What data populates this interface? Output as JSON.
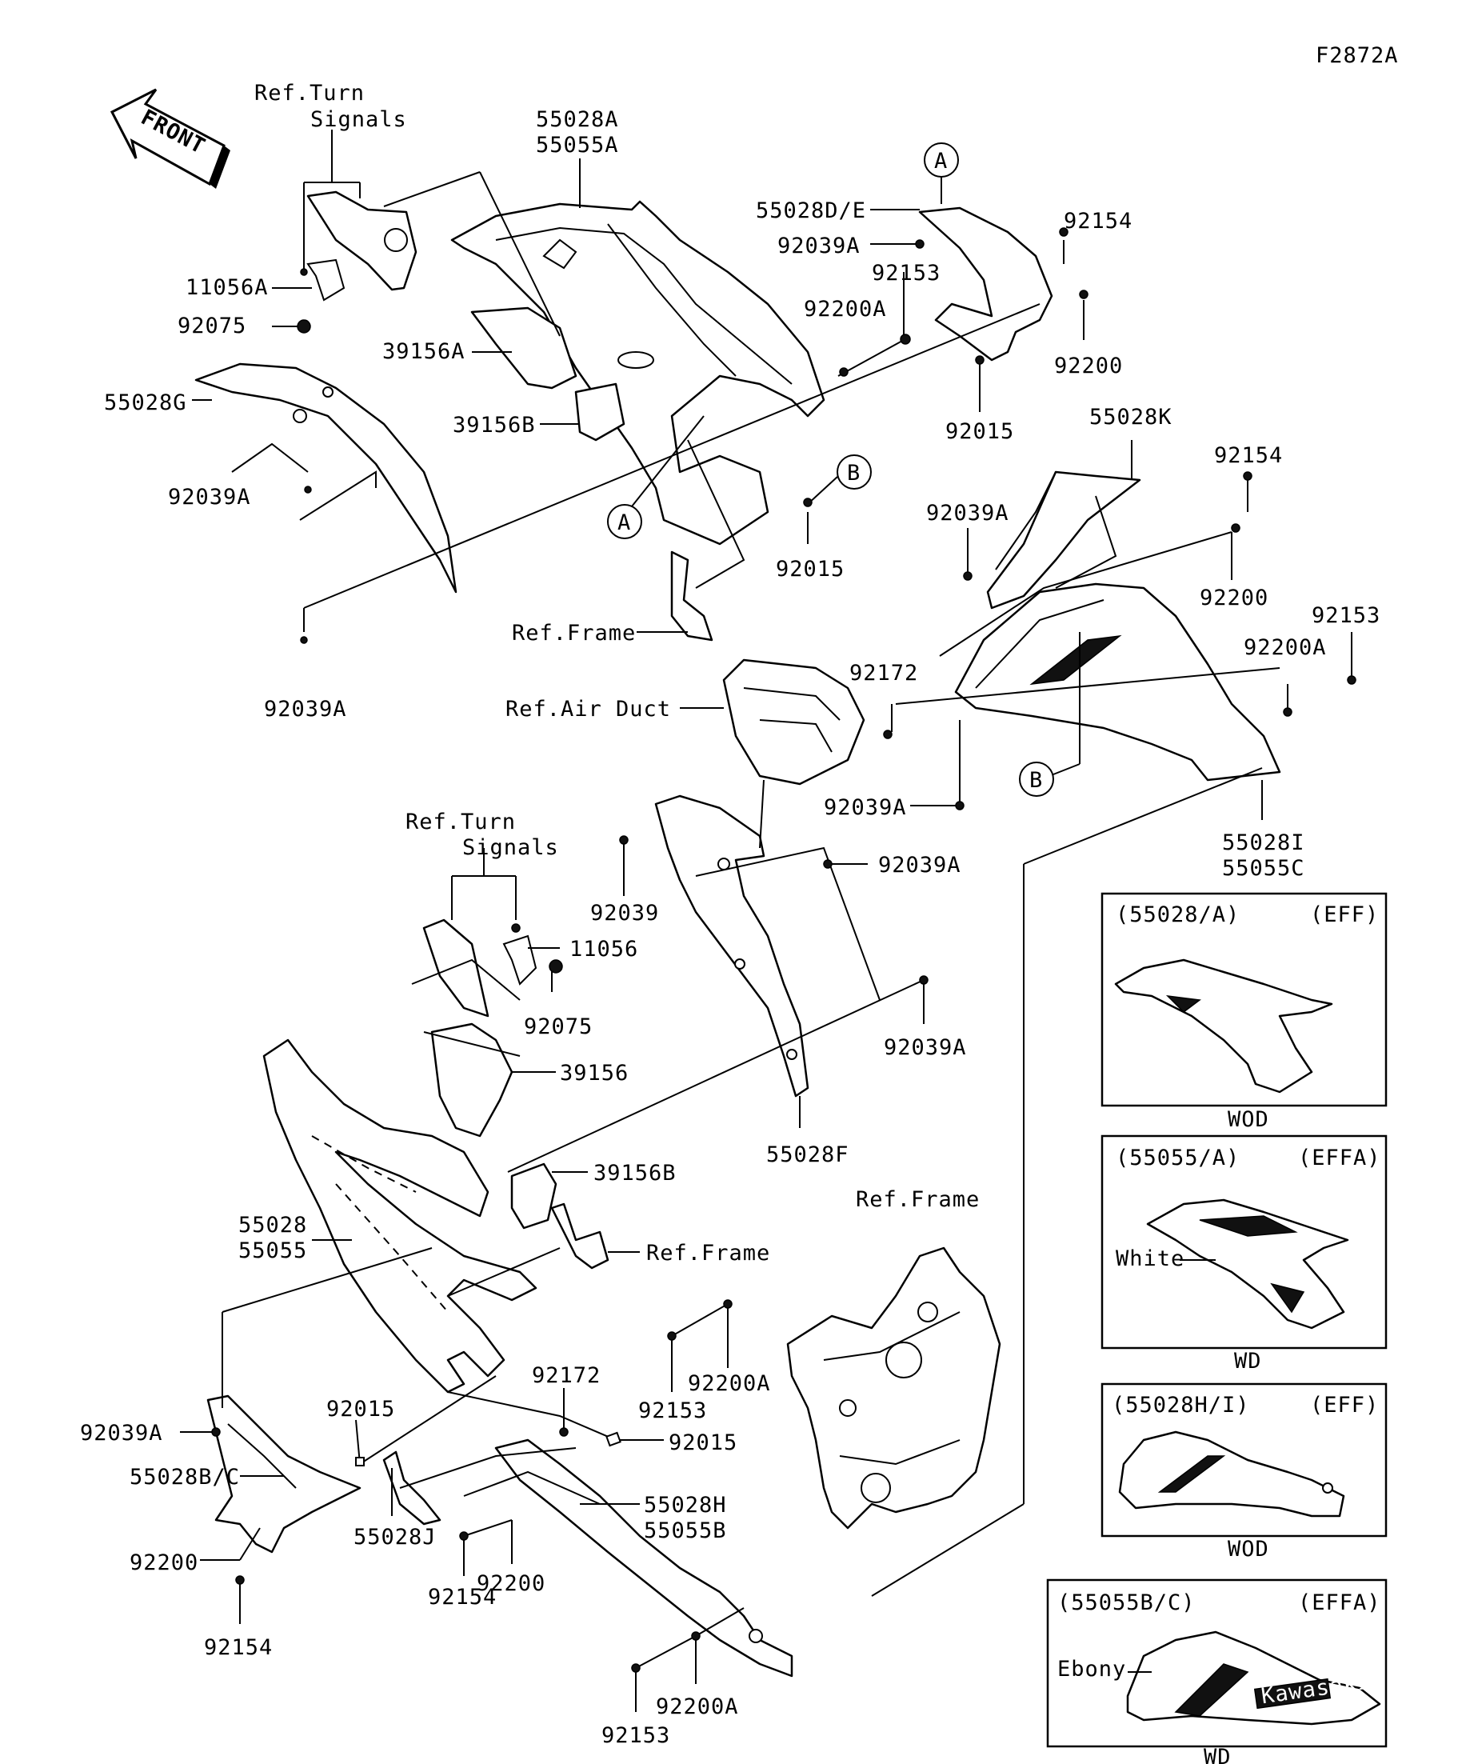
{
  "diagram_code": "F2872A",
  "front_arrow_label": "FRONT",
  "callouts": {
    "a_top": "A",
    "a_mid": "A",
    "b_top": "B",
    "b_mid": "B"
  },
  "labels": {
    "ref_turn_signals_1": "Ref.Turn",
    "ref_turn_signals_2": "Signals",
    "l_11056a": "11056A",
    "l_92075_top": "92075",
    "l_55028a": "55028A",
    "l_55055a": "55055A",
    "l_39156a": "39156A",
    "l_39156b_top": "39156B",
    "l_55028g": "55028G",
    "l_92039a_left": "92039A",
    "l_92039a_bottom_left": "92039A",
    "l_55028de": "55028D/E",
    "l_92039a_de": "92039A",
    "l_92153_top": "92153",
    "l_92154_top": "92154",
    "l_92200a_top": "92200A",
    "l_92200_top": "92200",
    "l_92015_top": "92015",
    "l_92015_mid": "92015",
    "ref_frame_top": "Ref.Frame",
    "l_55028k": "55028K",
    "l_92039a_k": "92039A",
    "l_92154_k": "92154",
    "l_92200_k": "92200",
    "l_92153_k": "92153",
    "l_92200a_k": "92200A",
    "l_92172_top": "92172",
    "ref_air_duct": "Ref.Air Duct",
    "l_92039a_airduct": "92039A",
    "l_55028i": "55028I",
    "l_55055c": "55055C",
    "ref_turn_signals_b1": "Ref.Turn",
    "ref_turn_signals_b2": "Signals",
    "l_11056": "11056",
    "l_92075": "92075",
    "l_92039": "92039",
    "l_92039a_f1": "92039A",
    "l_92039a_f2": "92039A",
    "l_39156": "39156",
    "l_39156b": "39156B",
    "l_55028f": "55028F",
    "l_55028": "55028",
    "l_55055": "55055",
    "ref_frame_mid": "Ref.Frame",
    "ref_frame_bottom": "Ref.Frame",
    "l_92153_mid": "92153",
    "l_92200a_mid": "92200A",
    "l_92172_bottom": "92172",
    "l_92015_b1": "92015",
    "l_92015_b2": "92015",
    "l_92039a_bc": "92039A",
    "l_55028bc": "55028B/C",
    "l_92200_bc": "92200",
    "l_92154_bc": "92154",
    "l_55028j": "55028J",
    "l_92154_j": "92154",
    "l_92200_j": "92200",
    "l_55028h": "55028H",
    "l_55055b": "55055B",
    "l_92153_bottom": "92153",
    "l_92200a_bottom": "92200A"
  },
  "inset_boxes": [
    {
      "part": "(55028/A)",
      "code": "(EFF)",
      "color": "WOD",
      "note": ""
    },
    {
      "part": "(55055/A)",
      "code": "(EFFA)",
      "color": "WD",
      "note": "White"
    },
    {
      "part": "(55028H/I)",
      "code": "(EFF)",
      "color": "WOD",
      "note": ""
    },
    {
      "part": "(55055B/C)",
      "code": "(EFFA)",
      "color": "WD",
      "note": "Ebony"
    }
  ],
  "decal_text": "Kawasaki"
}
